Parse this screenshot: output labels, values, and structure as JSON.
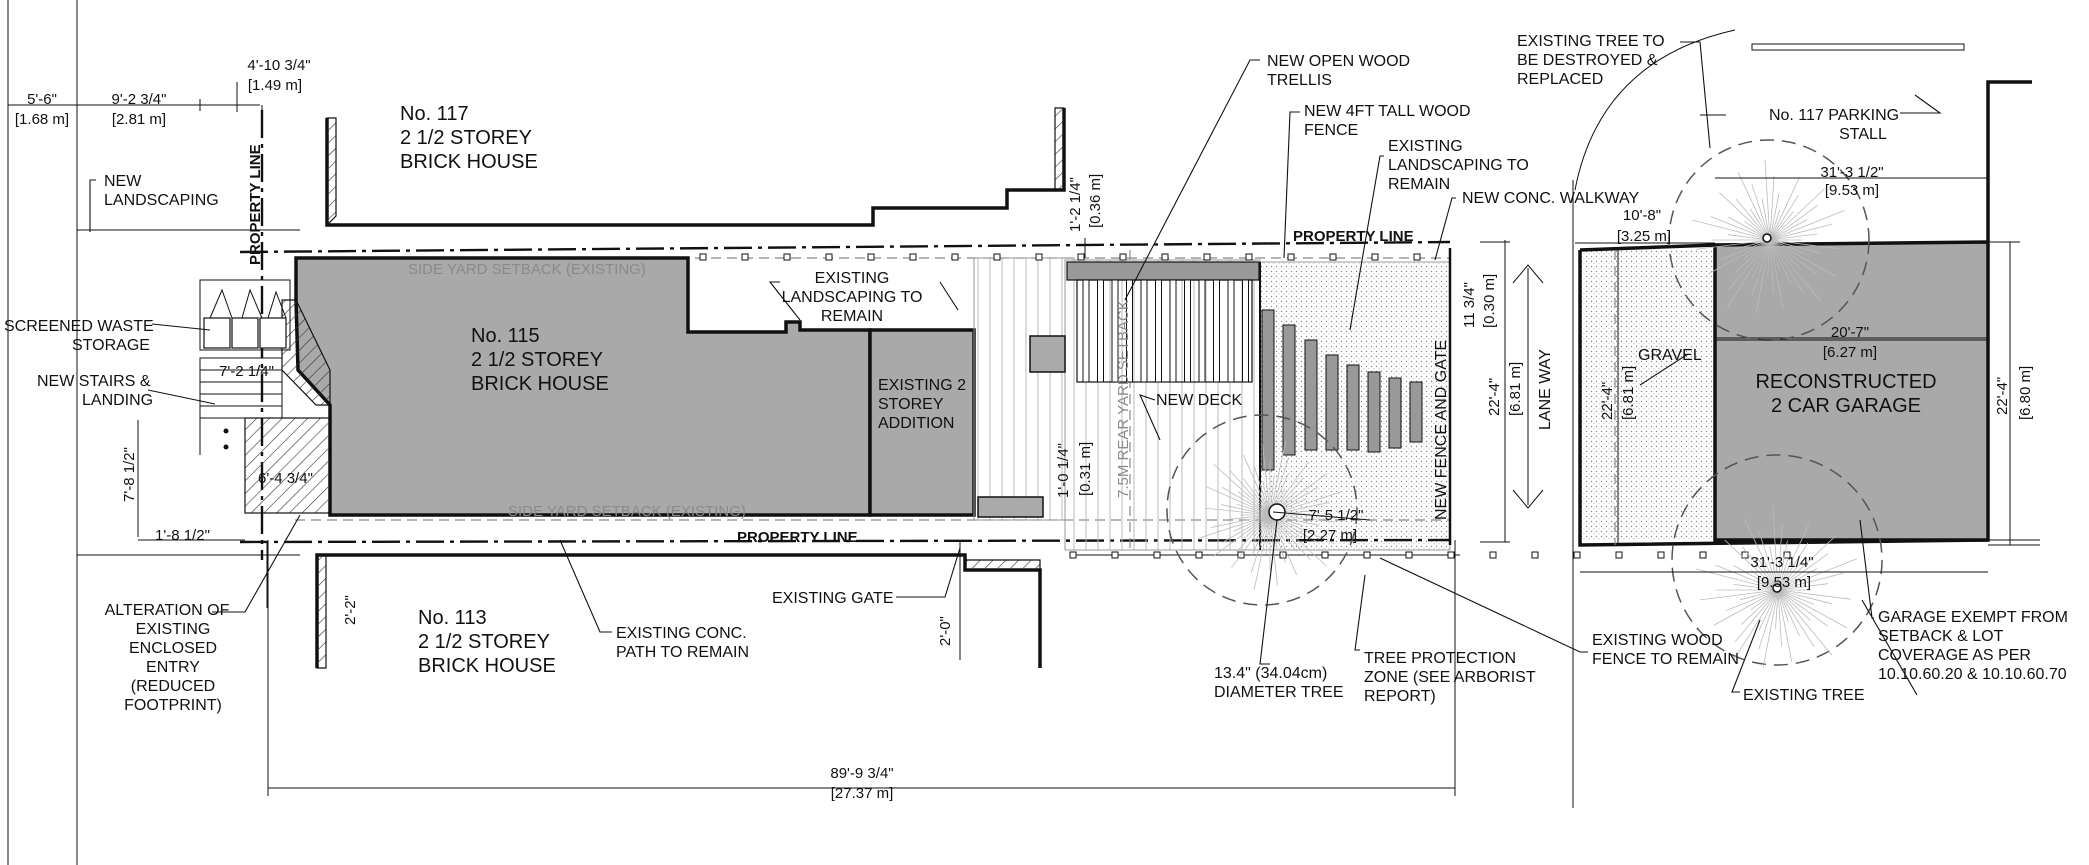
{
  "houses": {
    "no117": [
      "No. 117",
      "2 1/2 STOREY",
      "BRICK HOUSE"
    ],
    "no115": [
      "No. 115",
      "2 1/2 STOREY",
      "BRICK HOUSE"
    ],
    "no113": [
      "No. 113",
      "2 1/2 STOREY",
      "BRICK HOUSE"
    ]
  },
  "labels": {
    "property_line": "PROPERTY LINE",
    "side_yard_setback": "SIDE YARD SETBACK (EXISTING)",
    "rear_yard_setback": "7.5M REAR YARD SETBACK",
    "new_landscaping": [
      "NEW",
      "LANDSCAPING"
    ],
    "screened_waste": [
      "SCREENED WASTE",
      "STORAGE"
    ],
    "new_stairs": [
      "NEW STAIRS &",
      "LANDING"
    ],
    "alteration": [
      "ALTERATION OF",
      "EXISTING",
      "ENCLOSED",
      "ENTRY",
      "(REDUCED",
      "FOOTPRINT)"
    ],
    "existing_landscaping_remain_1": [
      "EXISTING",
      "LANDSCAPING TO",
      "REMAIN"
    ],
    "existing_addition": [
      "EXISTING 2",
      "STOREY",
      "ADDITION"
    ],
    "existing_gate": "EXISTING GATE",
    "existing_conc_path": [
      "EXISTING CONC.",
      "PATH TO REMAIN"
    ],
    "new_trellis": [
      "NEW OPEN WOOD",
      "TRELLIS"
    ],
    "new_fence": [
      "NEW 4FT TALL WOOD",
      "FENCE"
    ],
    "existing_landscaping_remain_2": [
      "EXISTING",
      "LANDSCAPING TO",
      "REMAIN"
    ],
    "new_walkway": "NEW CONC. WALKWAY",
    "new_deck": "NEW DECK",
    "new_fence_gate": "NEW FENCE AND GATE",
    "lane_way": "LANE WAY",
    "diameter_tree": [
      "13.4\" (34.04cm)",
      "DIAMETER TREE"
    ],
    "tree_protection": [
      "TREE PROTECTION",
      "ZONE (SEE ARBORIST",
      "REPORT)"
    ],
    "existing_wood_fence": [
      "EXISTING WOOD",
      "FENCE TO REMAIN"
    ],
    "existing_tree_destroyed": [
      "EXISTING TREE TO",
      "BE DESTROYED &",
      "REPLACED"
    ],
    "parking_stall": [
      "No. 117 PARKING",
      "STALL"
    ],
    "gravel": "GRAVEL",
    "garage": [
      "RECONSTRUCTED",
      "2 CAR GARAGE"
    ],
    "garage_exempt": [
      "GARAGE EXEMPT FROM",
      "SETBACK & LOT",
      "COVERAGE AS PER",
      "10.10.60.20 & 10.10.60.70"
    ],
    "existing_tree": "EXISTING TREE"
  },
  "dimensions": {
    "d_5_6": [
      "5'-6\"",
      "[1.68 m]"
    ],
    "d_9_2": [
      "9'-2 3/4\"",
      "[2.81 m]"
    ],
    "d_4_10": [
      "4'-10 3/4\"",
      "[1.49 m]"
    ],
    "d_7_2": "7'-2 1/4\"",
    "d_7_8": "7'-8 1/2\"",
    "d_6_4": "6'-4 3/4\"",
    "d_1_8": "1'-8 1/2\"",
    "d_2_2": "2'-2\"",
    "d_2_0": "2'-0\"",
    "d_1_2": [
      "1'-2 1/4\"",
      "[0.36 m]"
    ],
    "d_1_0": [
      "1'-0 1/4\"",
      "[0.31 m]"
    ],
    "d_11_3": [
      "11 3/4\"",
      "[0.30 m]"
    ],
    "d_22_4_lane": [
      "22'-4\"",
      "[6.81 m]"
    ],
    "d_7_5": [
      "7'-5 1/2\"",
      "[2.27 m]"
    ],
    "d_89_9": [
      "89'-9 3/4\"",
      "[27.37 m]"
    ],
    "d_31_3_top": [
      "31'-3 1/2\"",
      "[9.53 m]"
    ],
    "d_10_8": [
      "10'-8\"",
      "[3.25 m]"
    ],
    "d_22_4_garage": [
      "22'-4\"",
      "[6.81 m]"
    ],
    "d_20_7": [
      "20'-7\"",
      "[6.27 m]"
    ],
    "d_22_4_right": [
      "22'-4\"",
      "[6.80 m]"
    ],
    "d_31_3_bottom": [
      "31'-3 1/4\"",
      "[9.53 m]"
    ]
  }
}
